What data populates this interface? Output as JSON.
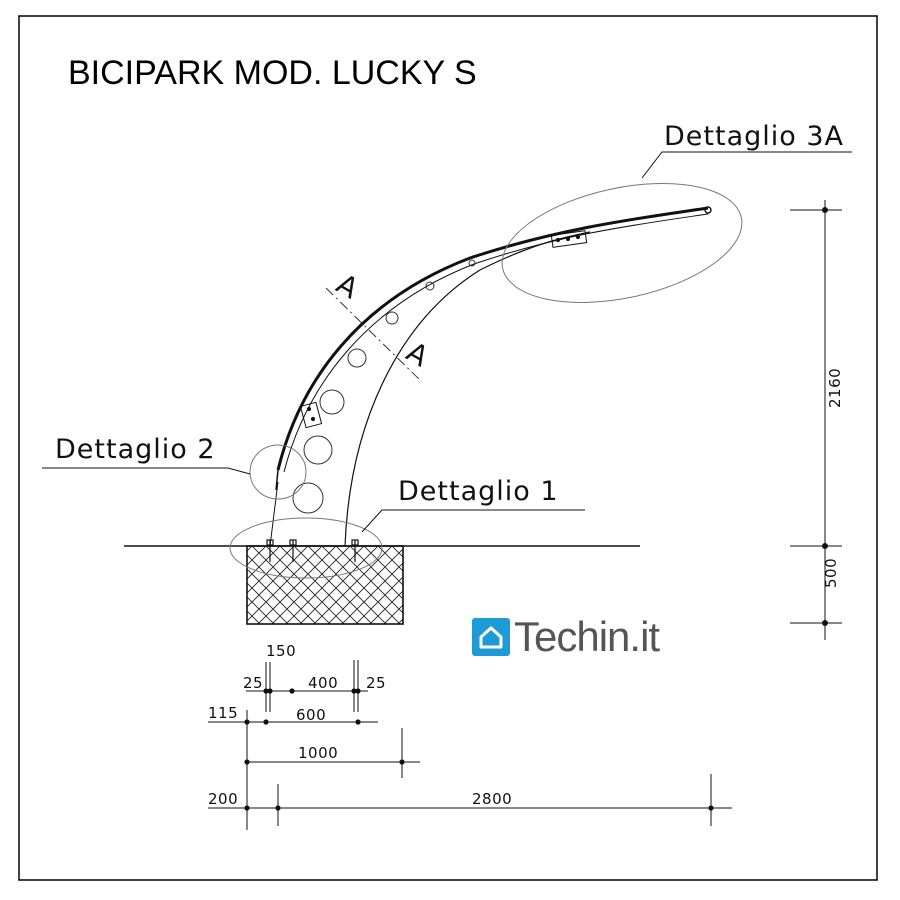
{
  "title": "BICIPARK MOD. LUCKY S",
  "callouts": {
    "detail_3a": "Dettaglio 3A",
    "detail_2": "Dettaglio 2",
    "detail_1": "Dettaglio 1"
  },
  "section_mark": "A",
  "dimensions": {
    "height_arch": "2160",
    "height_foundation": "500",
    "d150": "150",
    "d25_left": "25",
    "d400": "400",
    "d25_right": "25",
    "d115": "115",
    "d600": "600",
    "d1000": "1000",
    "d200": "200",
    "d2800": "2800"
  },
  "watermark": {
    "text": "Techin.it",
    "icon": "house-icon",
    "color": "#1e9bd7"
  }
}
